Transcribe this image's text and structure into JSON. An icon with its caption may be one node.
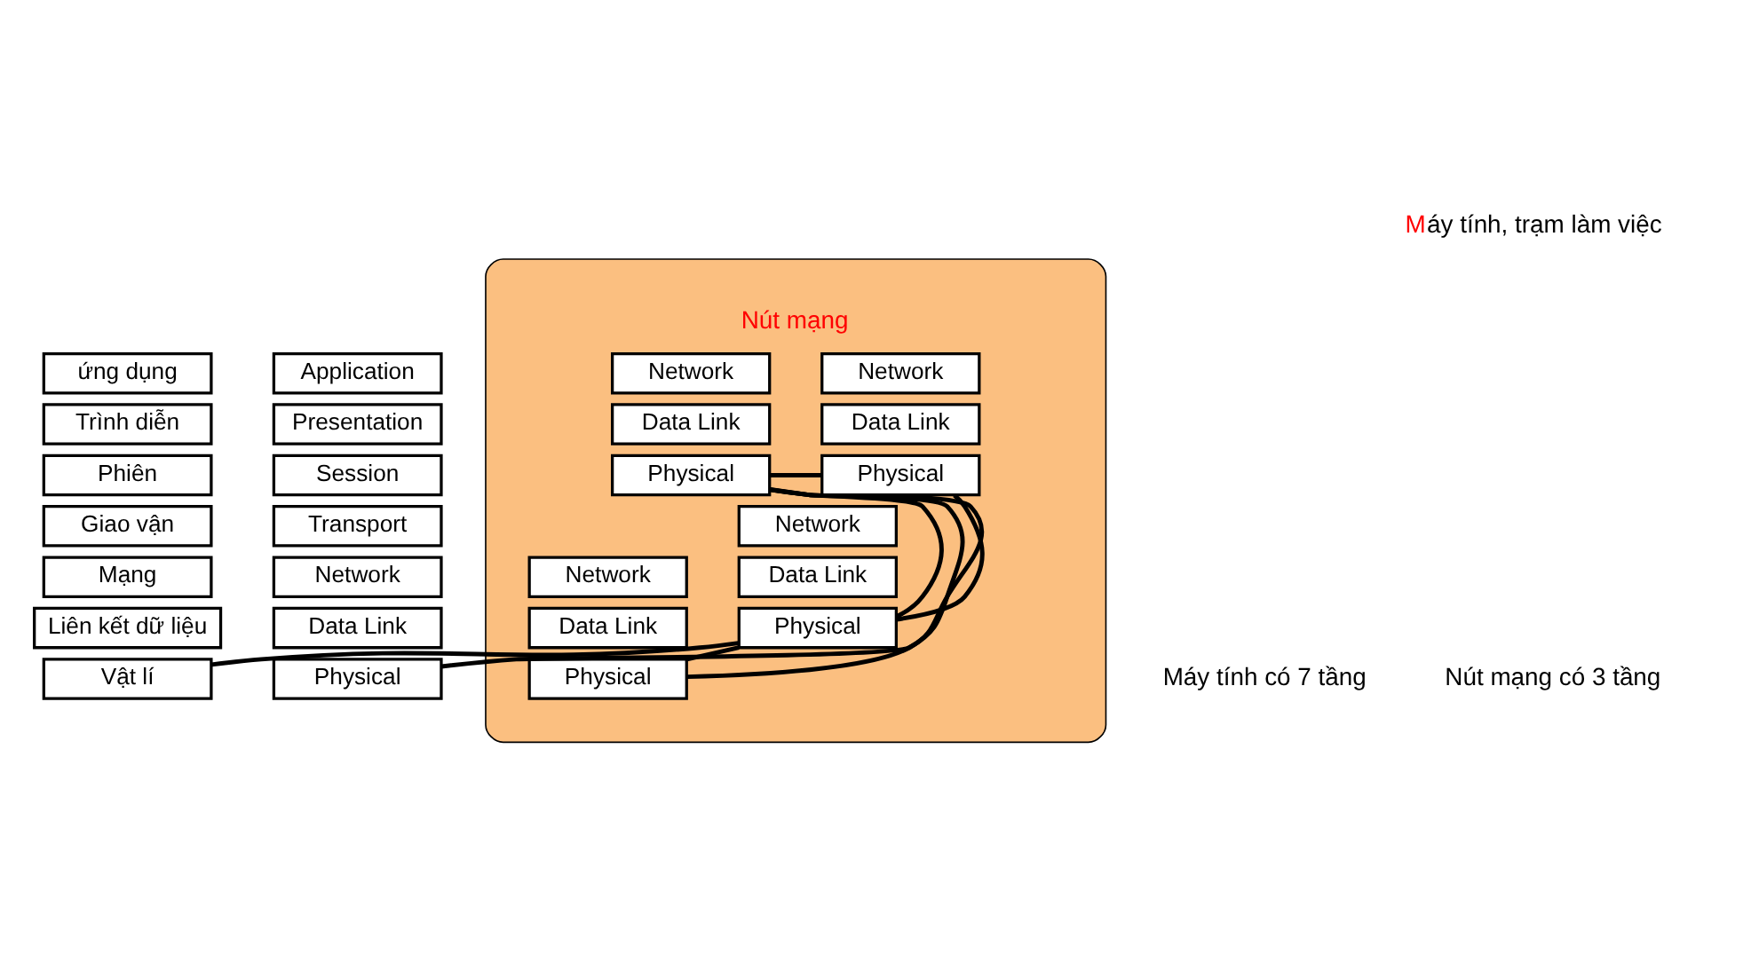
{
  "diagram": {
    "nodes": [
      {
        "text": [],
        "shape": "cloud"
      },
      {
        "text": [
          "Network"
        ],
        "in": 0
      },
      {
        "text": [
          "Data Link"
        ],
        "in": 0
      },
      {
        "text": [
          "Physical"
        ],
        "in": 0
      },
      {
        "text": [
          "Network"
        ],
        "in": 0
      },
      {
        "text": [
          "Data Link"
        ],
        "in": 0
      },
      {
        "text": [
          "Physical"
        ],
        "in": 0
      },
      {
        "text": [
          "Network"
        ],
        "in": 0
      },
      {
        "text": [
          "Data Link"
        ],
        "in": 0
      },
      {
        "text": [
          "Physical"
        ],
        "in": 0
      },
      {
        "text": [
          "Network"
        ],
        "in": 0
      },
      {
        "text": [
          "Data Link"
        ],
        "in": 0
      },
      {
        "text": [
          "Physical"
        ],
        "in": 0
      },
      {
        "text": [
          "ứng dụng"
        ]
      },
      {
        "text": [
          "Trình diễn"
        ]
      },
      {
        "text": [
          "Phiên"
        ]
      },
      {
        "text": [
          "Giao vận"
        ]
      },
      {
        "text": [
          "Mạng"
        ]
      },
      {
        "text": [
          "Liên kết dữ liệu"
        ]
      },
      {
        "text": [
          "Vật lí"
        ]
      },
      {
        "text": [
          "Application"
        ]
      },
      {
        "text": [
          "Presentation"
        ]
      },
      {
        "text": [
          "Session"
        ]
      },
      {
        "text": [
          "Transport"
        ]
      },
      {
        "text": [
          "Network"
        ]
      },
      {
        "text": [
          "Data Link"
        ]
      },
      {
        "text": [
          "Physical"
        ]
      }
    ],
    "edges": [
      {
        "from": 3,
        "to": 6,
        "arrow": "none"
      },
      {
        "from": 3,
        "to": 9,
        "arrow": "none"
      },
      {
        "from": 6,
        "to": 9,
        "arrow": "none"
      },
      {
        "from": 9,
        "to": 12,
        "arrow": "none"
      },
      {
        "from": 6,
        "to": 12,
        "arrow": "none"
      },
      {
        "from": 6,
        "to": 26,
        "arrow": "none"
      },
      {
        "from": 19,
        "to": 9,
        "arrow": "none"
      }
    ],
    "labels": [
      "Nút mạng",
      "Máy tính, trạm làm việc",
      "Máy tính có 7 tầng",
      "Nút mạng có 3 tầng"
    ]
  }
}
